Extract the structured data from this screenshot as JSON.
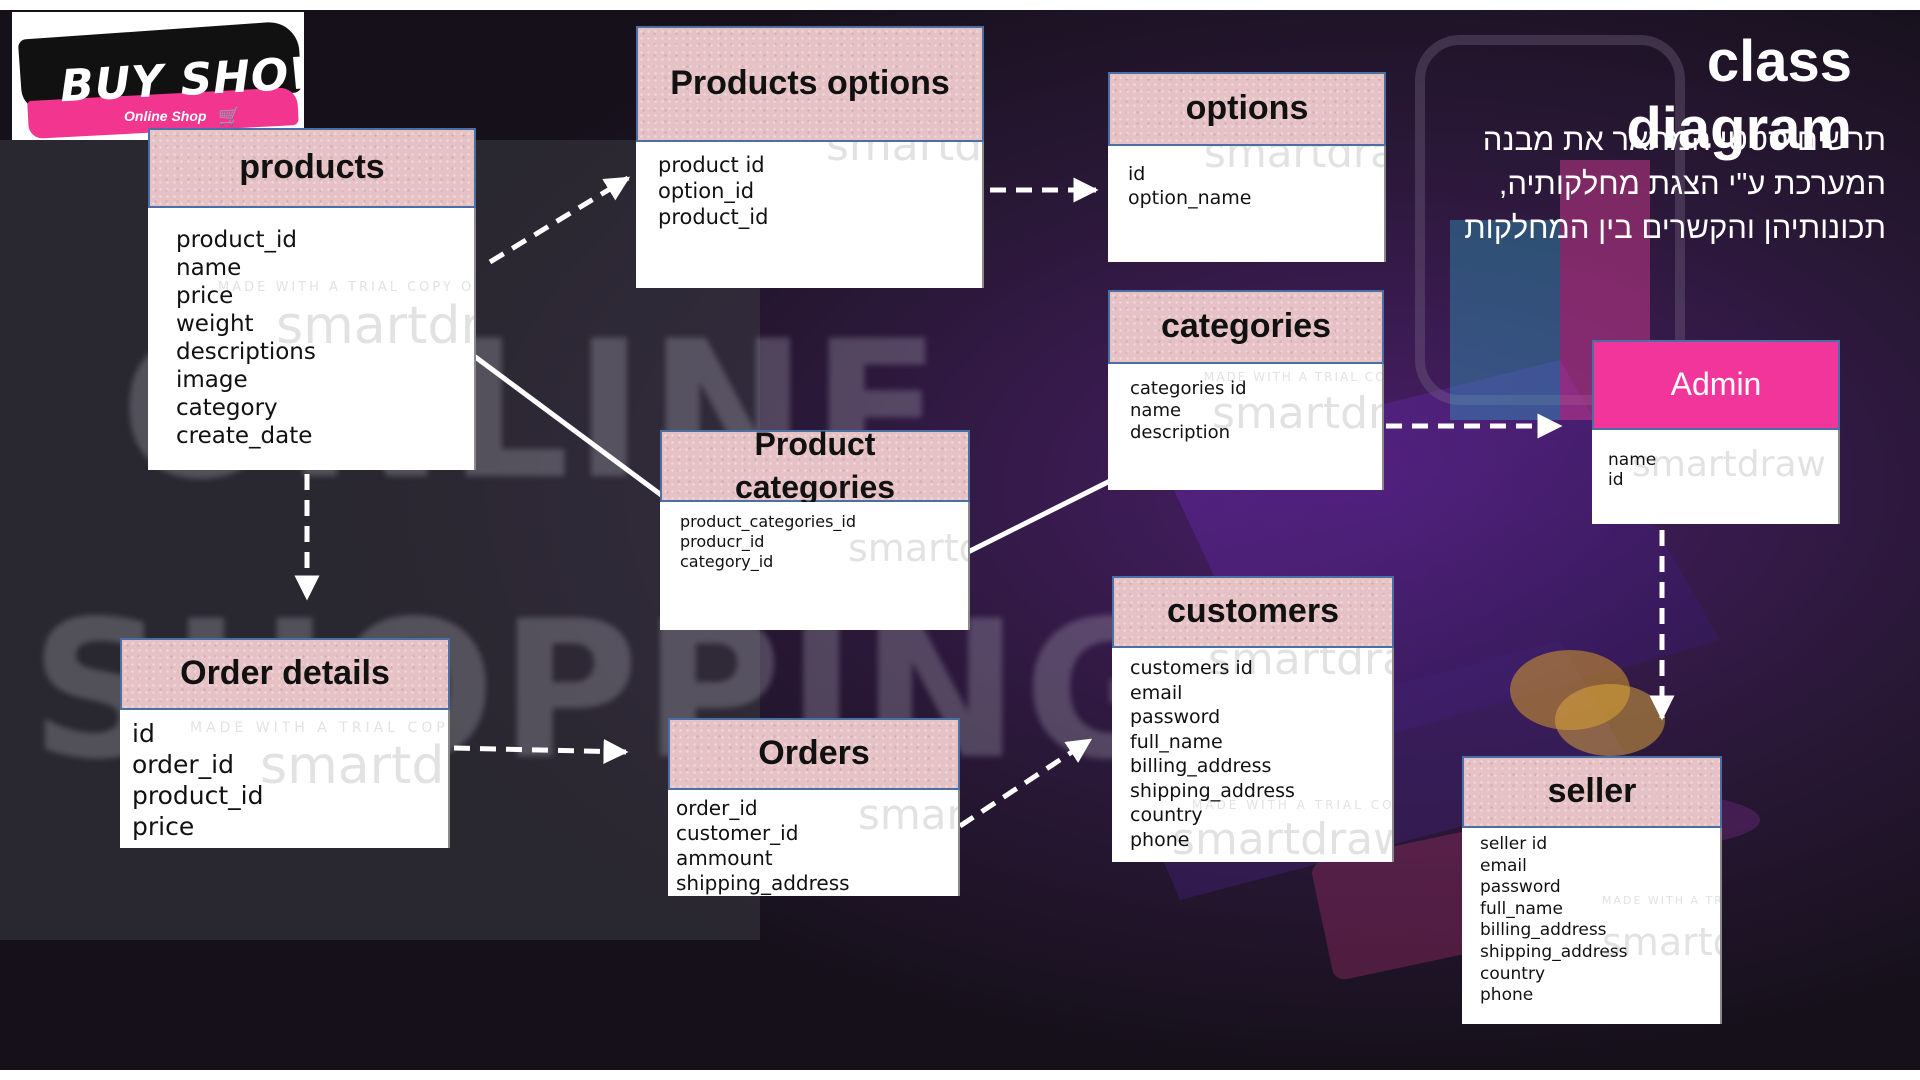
{
  "logo": {
    "brand": "BUY SHOW",
    "subtitle": "Online Shop"
  },
  "title": "class diagram",
  "description": "תרשים סטטי המתאר את מבנה המערכת ע\"י הצגת מחלקותיה, תכונותיהן והקשרים בין המחלקות",
  "background_text": {
    "line1": "ONLINE",
    "line2": "SHOPPING"
  },
  "watermark": {
    "brand": "smartdraw",
    "trial": "MADE WITH A TRIAL COPY OF"
  },
  "colors": {
    "header": "#e6c2c5",
    "admin_header": "#f2359a",
    "connector": "#ffffff"
  },
  "tables": {
    "products": {
      "name": "products",
      "fields": [
        "product_id",
        "name",
        "price",
        "weight",
        "descriptions",
        "image",
        "category",
        "create_date"
      ]
    },
    "products_options": {
      "name": "Products options",
      "fields": [
        "product id",
        "option_id",
        "product_id"
      ]
    },
    "options": {
      "name": "options",
      "fields": [
        "id",
        "option_name"
      ]
    },
    "categories": {
      "name": "categories",
      "fields": [
        "categories id",
        "name",
        "description"
      ]
    },
    "admin": {
      "name": "Admin",
      "fields": [
        "name",
        "id"
      ]
    },
    "product_categories": {
      "name": "Product categories",
      "fields": [
        "product_categories_id",
        "producr_id",
        "category_id"
      ]
    },
    "order_details": {
      "name": "Order details",
      "fields": [
        "id",
        "order_id",
        "product_id",
        "price"
      ]
    },
    "orders": {
      "name": "Orders",
      "fields": [
        "order_id",
        "customer_id",
        "ammount",
        "shipping_address"
      ]
    },
    "customers": {
      "name": "customers",
      "fields": [
        "customers id",
        "email",
        "password",
        "full_name",
        "billing_address",
        "shipping_address",
        "country",
        "phone"
      ]
    },
    "seller": {
      "name": "seller",
      "fields": [
        "seller id",
        "email",
        "password",
        "full_name",
        "billing_address",
        "shipping_address",
        "country",
        "phone"
      ]
    }
  }
}
